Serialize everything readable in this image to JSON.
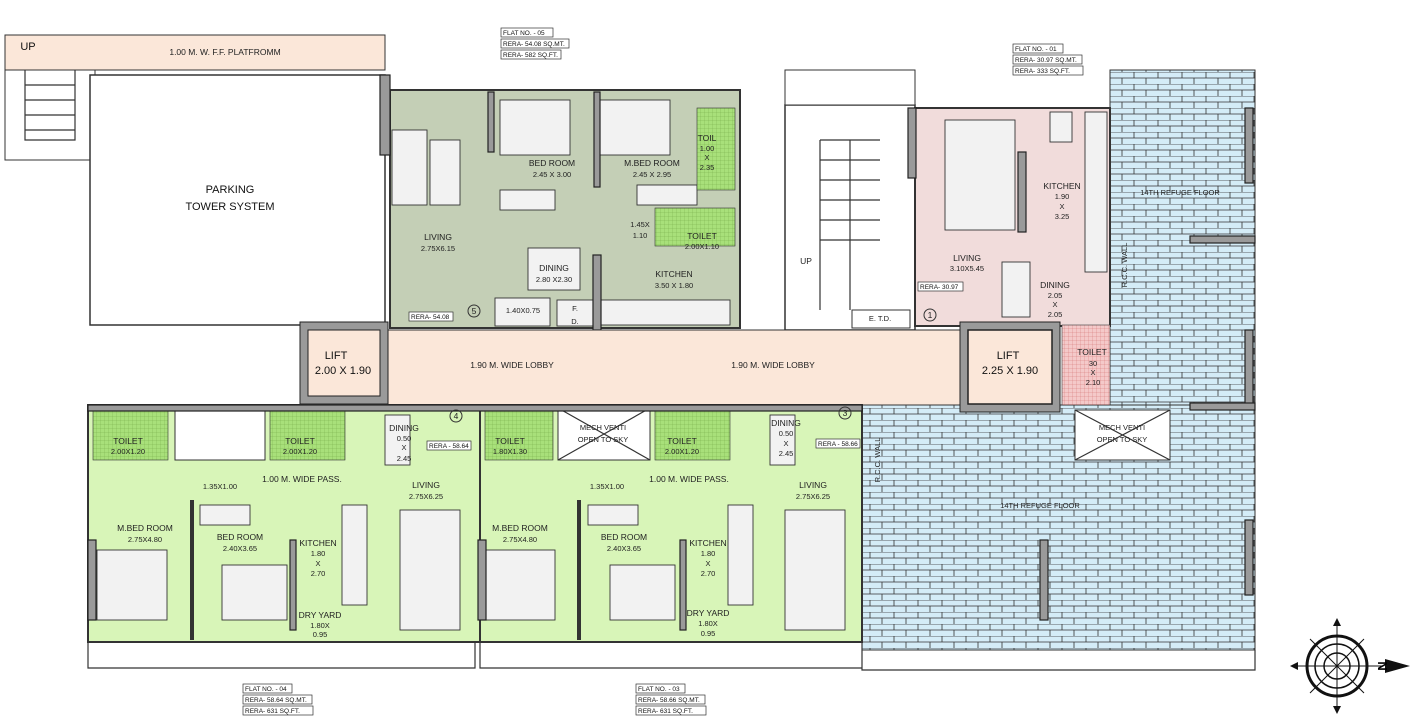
{
  "platform": {
    "label": "1.00 M. W. F.F. PLATFROMM",
    "up": "UP"
  },
  "parking": {
    "line1": "PARKING",
    "line2": "TOWER SYSTEM"
  },
  "lobby": {
    "left_label": "1.90 M. WIDE LOBBY",
    "right_label": "1.90 M. WIDE LOBBY",
    "lift_left": {
      "name": "LIFT",
      "size": "2.00 X 1.90"
    },
    "lift_right": {
      "name": "LIFT",
      "size": "2.25 X 1.90"
    }
  },
  "core": {
    "up": "UP",
    "etd": "E. T.D."
  },
  "refuge": {
    "top_label": "14TH REFUGE FLOOR",
    "bottom_label": "14TH REFUGE FLOOR",
    "wall_top": "R.C.C. WALL",
    "wall_bottom": "R.C.C. WALL",
    "toilet": {
      "name": "TOILET",
      "w": "30",
      "x": "X",
      "h": "2.10"
    },
    "venti": {
      "l1": "MECH VENTI",
      "l2": "OPEN TO SKY"
    }
  },
  "flat_05": {
    "tag": [
      "FLAT NO. - 05",
      "RERA- 54.08 SQ.MT.",
      "RERA- 582 SQ.FT."
    ],
    "badge": "RERA- 54.08",
    "number": "5",
    "living": {
      "name": "LIVING",
      "size": "2.75X6.15"
    },
    "bed": {
      "name": "BED  ROOM",
      "size": "2.45 X 3.00"
    },
    "mbed": {
      "name": "M.BED  ROOM",
      "size": "2.45 X 2.95"
    },
    "toil": {
      "name": "TOIL",
      "w": "1.00",
      "x": "X",
      "h": "2.35"
    },
    "passage": {
      "w": "1.45X",
      "h": "1.10"
    },
    "toilet": {
      "name": "TOILET",
      "size": "2.00X1.10"
    },
    "dining": {
      "name": "DINING",
      "size": "2.80 X2.30"
    },
    "kitchen": {
      "name": "KITCHEN",
      "size": "3.50 X 1.80"
    },
    "store": "1.40X0.75",
    "fd": {
      "l1": "F.",
      "l2": "D."
    }
  },
  "flat_01": {
    "tag": [
      "FLAT NO. - 01",
      "RERA- 30.97 SQ.MT.",
      "RERA- 333 SQ.FT."
    ],
    "badge": "RERA- 30.97",
    "number": "1",
    "kitchen": {
      "name": "KITCHEN",
      "w": "1.90",
      "x": "X",
      "h": "3.25"
    },
    "living": {
      "name": "LIVING",
      "size": "3.10X5.45"
    },
    "dining": {
      "name": "DINING",
      "w": "2.05",
      "x": "X",
      "h": "2.05"
    }
  },
  "flat_04": {
    "tag": [
      "FLAT NO. - 04",
      "RERA- 58.64 SQ.MT.",
      "RERA- 631 SQ.FT."
    ],
    "badge": "RERA - 58.64",
    "number": "4",
    "toilet1": {
      "name": "TOILET",
      "size": "2.00X1.20"
    },
    "toilet2": {
      "name": "TOILET",
      "size": "2.00X1.20"
    },
    "dining": {
      "name": "DINING",
      "w": "0.50",
      "x": "X",
      "h": "2.45"
    },
    "passage_size": "1.35X1.00",
    "passage": "1.00 M. WIDE PASS.",
    "living": {
      "name": "LIVING",
      "size": "2.75X6.25"
    },
    "mbed": {
      "name": "M.BED  ROOM",
      "size": "2.75X4.80"
    },
    "bed": {
      "name": "BED  ROOM",
      "size": "2.40X3.65"
    },
    "kitchen": {
      "name": "KITCHEN",
      "w": "1.80",
      "x": "X",
      "h": "2.70"
    },
    "dry": {
      "name": "DRY YARD",
      "w": "1.80X",
      "h": "0.95"
    }
  },
  "flat_03": {
    "tag": [
      "FLAT NO. - 03",
      "RERA- 58.66 SQ.MT.",
      "RERA- 631 SQ.FT."
    ],
    "badge": "RERA - 58.66",
    "number": "3",
    "toilet1": {
      "name": "TOILET",
      "size": "1.80X1.30"
    },
    "venti": {
      "l1": "MECH VENTI",
      "l2": "OPEN TO SKY"
    },
    "toilet2": {
      "name": "TOILET",
      "size": "2.00X1.20"
    },
    "dining": {
      "name": "DINING",
      "w": "0.50",
      "x": "X",
      "h": "2.45"
    },
    "passage_size": "1.35X1.00",
    "passage": "1.00 M. WIDE PASS.",
    "living": {
      "name": "LIVING",
      "size": "2.75X6.25"
    },
    "mbed": {
      "name": "M.BED  ROOM",
      "size": "2.75X4.80"
    },
    "bed": {
      "name": "BED  ROOM",
      "size": "2.40X3.65"
    },
    "kitchen": {
      "name": "KITCHEN",
      "w": "1.80",
      "x": "X",
      "h": "2.70"
    },
    "dry": {
      "name": "DRY YARD",
      "w": "1.80X",
      "h": "0.95"
    }
  },
  "compass": {
    "north": "N"
  },
  "colors": {
    "flat_05": "#c4cfb6",
    "flat_01": "#f1dcdb",
    "flat_03_04": "#d8f5b8",
    "lobby": "#fbe7d9",
    "refuge": "#d4ecf7",
    "wet_area": "#a8e07a"
  }
}
